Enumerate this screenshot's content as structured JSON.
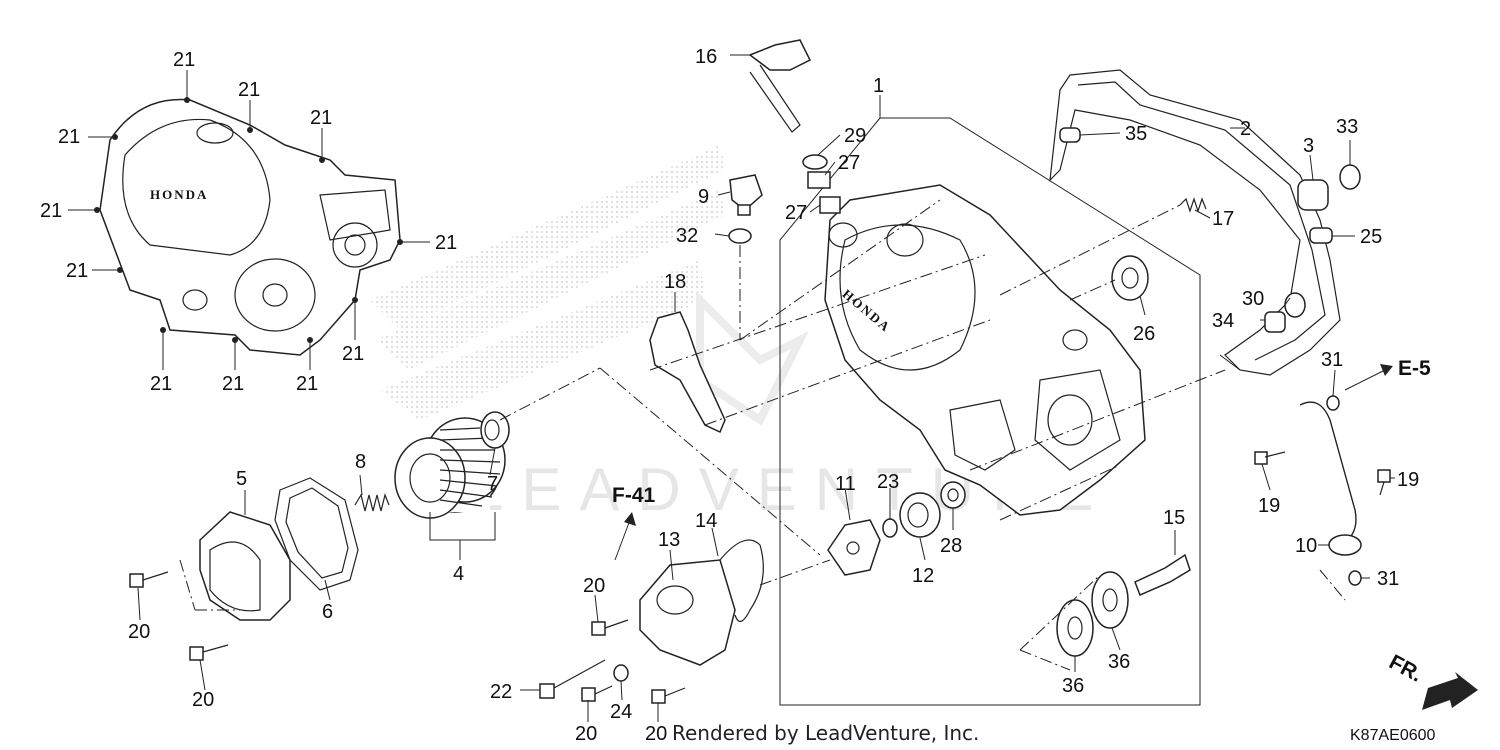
{
  "callouts": [
    {
      "id": "c1",
      "text": "1"
    },
    {
      "id": "c2",
      "text": "2"
    },
    {
      "id": "c3",
      "text": "3"
    },
    {
      "id": "c4",
      "text": "4"
    },
    {
      "id": "c5",
      "text": "5"
    },
    {
      "id": "c6",
      "text": "6"
    },
    {
      "id": "c7",
      "text": "7"
    },
    {
      "id": "c8",
      "text": "8"
    },
    {
      "id": "c9",
      "text": "9"
    },
    {
      "id": "c10",
      "text": "10"
    },
    {
      "id": "c11",
      "text": "11"
    },
    {
      "id": "c12",
      "text": "12"
    },
    {
      "id": "c13",
      "text": "13"
    },
    {
      "id": "c14",
      "text": "14"
    },
    {
      "id": "c15",
      "text": "15"
    },
    {
      "id": "c16",
      "text": "16"
    },
    {
      "id": "c17",
      "text": "17"
    },
    {
      "id": "c18",
      "text": "18"
    },
    {
      "id": "c19a",
      "text": "19"
    },
    {
      "id": "c19b",
      "text": "19"
    },
    {
      "id": "c20a",
      "text": "20"
    },
    {
      "id": "c20b",
      "text": "20"
    },
    {
      "id": "c20c",
      "text": "20"
    },
    {
      "id": "c20d",
      "text": "20"
    },
    {
      "id": "c20e",
      "text": "20"
    },
    {
      "id": "c21a",
      "text": "21"
    },
    {
      "id": "c21b",
      "text": "21"
    },
    {
      "id": "c21c",
      "text": "21"
    },
    {
      "id": "c21d",
      "text": "21"
    },
    {
      "id": "c21e",
      "text": "21"
    },
    {
      "id": "c21f",
      "text": "21"
    },
    {
      "id": "c21g",
      "text": "21"
    },
    {
      "id": "c21h",
      "text": "21"
    },
    {
      "id": "c21i",
      "text": "21"
    },
    {
      "id": "c21j",
      "text": "21"
    },
    {
      "id": "c21k",
      "text": "21"
    },
    {
      "id": "c22",
      "text": "22"
    },
    {
      "id": "c23",
      "text": "23"
    },
    {
      "id": "c24",
      "text": "24"
    },
    {
      "id": "c25",
      "text": "25"
    },
    {
      "id": "c26",
      "text": "26"
    },
    {
      "id": "c27a",
      "text": "27"
    },
    {
      "id": "c27b",
      "text": "27"
    },
    {
      "id": "c28",
      "text": "28"
    },
    {
      "id": "c29",
      "text": "29"
    },
    {
      "id": "c30",
      "text": "30"
    },
    {
      "id": "c31a",
      "text": "31"
    },
    {
      "id": "c31b",
      "text": "31"
    },
    {
      "id": "c32",
      "text": "32"
    },
    {
      "id": "c33",
      "text": "33"
    },
    {
      "id": "c34",
      "text": "34"
    },
    {
      "id": "c35",
      "text": "35"
    },
    {
      "id": "c36a",
      "text": "36"
    },
    {
      "id": "c36b",
      "text": "36"
    }
  ],
  "references": {
    "f41": "F-41",
    "e5": "E-5"
  },
  "brand_cover_left": "HONDA",
  "brand_cover_right": "HONDA",
  "watermark": "LEADVENTURE",
  "direction_label": "FR.",
  "credit": "Rendered by LeadVenture, Inc.",
  "diagram_code": "K87AE0600",
  "colors": {
    "ink": "#222222",
    "watermark": "#e6e6e6",
    "background": "#ffffff"
  }
}
